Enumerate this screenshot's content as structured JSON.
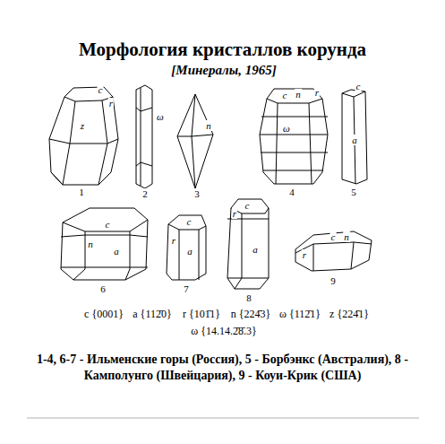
{
  "diagram": {
    "title": "Морфология кристаллов корунда",
    "caption": "1-4, 6-7 - Ильменские горы (Россия), 5 - Борбэнкс (Австралия), 8 - Камполунго (Швейцария), 9 - Коуи-Крик (США)",
    "labels": [
      "[Минералы, 1965]",
      "c",
      "r",
      "z",
      "1",
      "ω",
      "2",
      "n",
      "3",
      "c",
      "n",
      "r",
      "ω",
      "4",
      "c",
      "a",
      "5",
      "c",
      "n",
      "a",
      "6",
      "c",
      "r",
      "a",
      "7",
      "c",
      "r",
      "a",
      "8",
      "c",
      "n",
      "r",
      "9",
      "c {0001}",
      "a {112̄0}",
      "r {101̄1}",
      "n {224̄3}",
      "ω {112̄1}",
      "z {224̄1}",
      "ω {14.14.2̄8̄.3}"
    ]
  }
}
